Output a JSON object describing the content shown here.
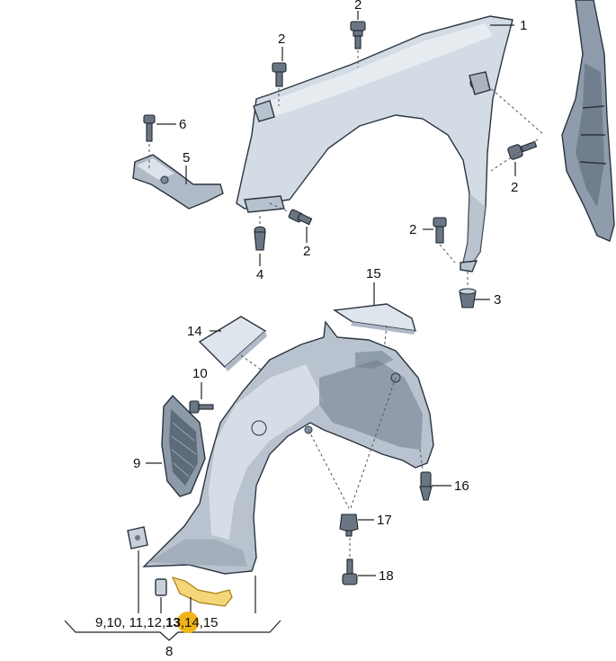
{
  "callouts": {
    "fender": "1",
    "bolt_top": "2",
    "bolt_upper_left": "2",
    "bolt_right": "2",
    "bolt_lower": "2",
    "bolt_rear": "2",
    "expanding_nut": "3",
    "clip_4": "4",
    "bracket": "5",
    "bracket_bolt": "6",
    "insulation_14": "14",
    "insulation_15": "15",
    "screw_10": "10",
    "grille_9": "9",
    "clip_16": "16",
    "clip_17": "17",
    "screw_18": "18",
    "assembly_contents_pre": "9,10, 11,12,",
    "assembly_contents_highlight": "13",
    "assembly_contents_post": ",14,15",
    "assembly": "8"
  },
  "colors": {
    "part_fill": "#cdd6e0",
    "part_dark": "#8d9aa8",
    "liner_fill": "#b9c4cf",
    "highlight_part": "#f4d77a",
    "highlight_badge": "#f2b517"
  }
}
